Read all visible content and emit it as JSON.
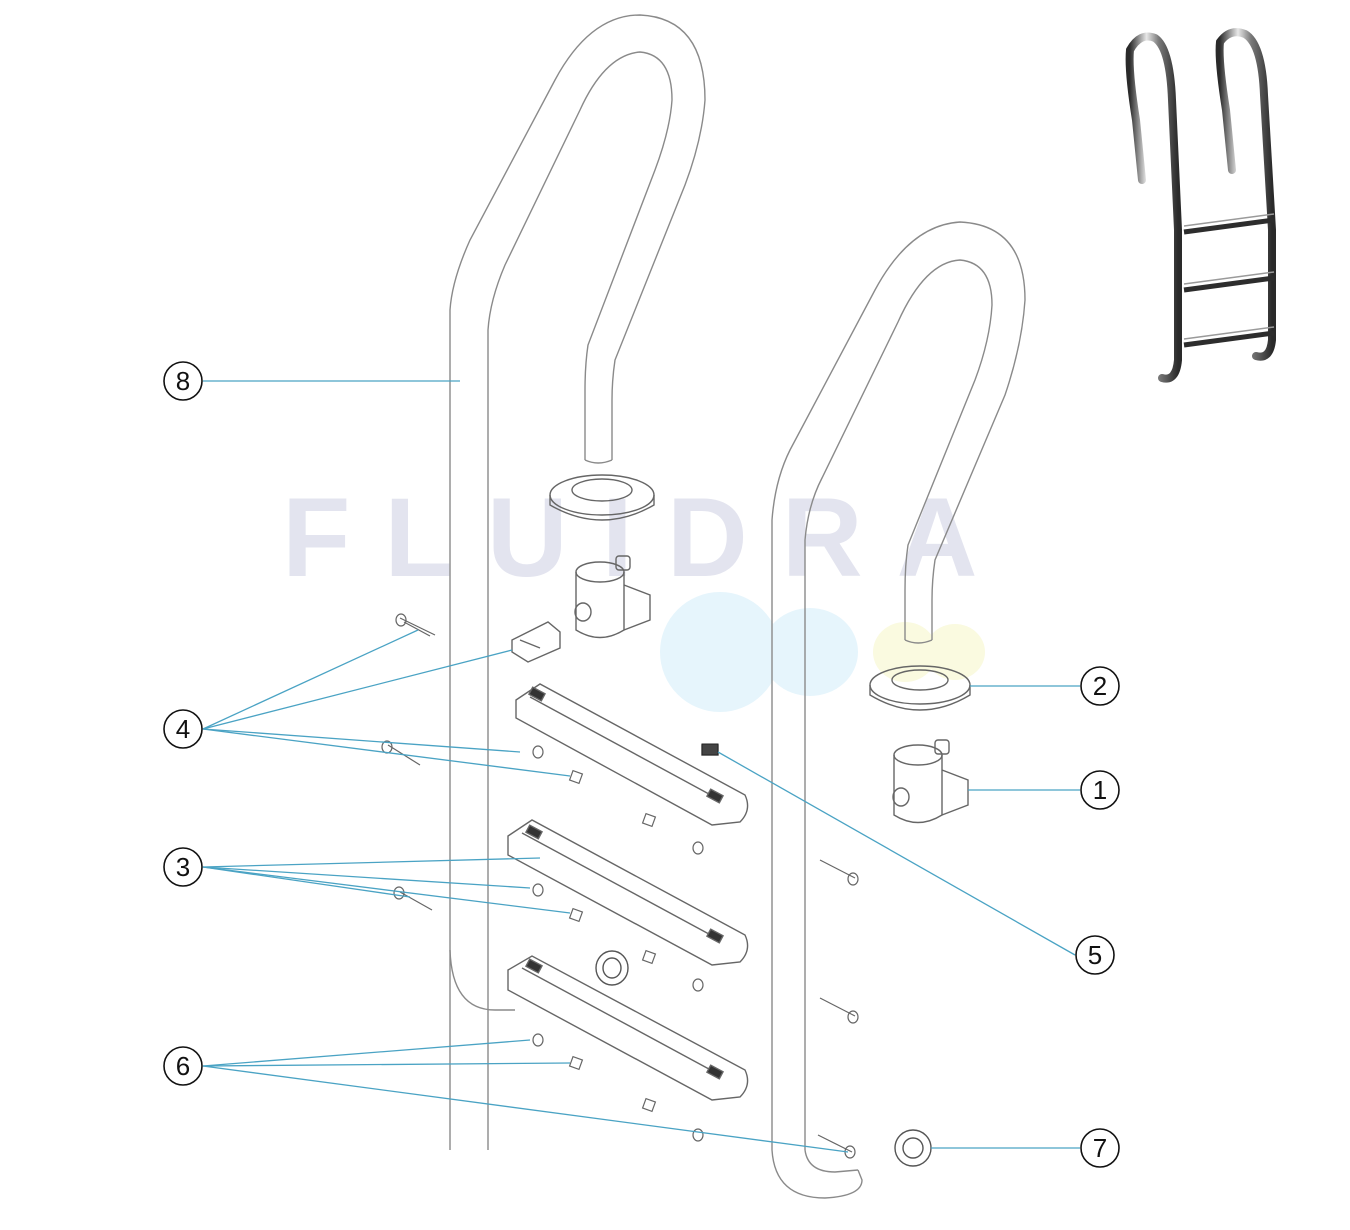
{
  "watermark": {
    "text": "FLUIDRA"
  },
  "callouts": [
    {
      "number": "1"
    },
    {
      "number": "2"
    },
    {
      "number": "3"
    },
    {
      "number": "4"
    },
    {
      "number": "5"
    },
    {
      "number": "6"
    },
    {
      "number": "7"
    },
    {
      "number": "8"
    }
  ],
  "colors": {
    "leader": "#4aa3c4",
    "outline": "#8a8a8a",
    "watermark_text": "#e3e4ef",
    "watermark_blob_blue": "#e6f5fc",
    "watermark_blob_yellow": "#fafae0"
  }
}
